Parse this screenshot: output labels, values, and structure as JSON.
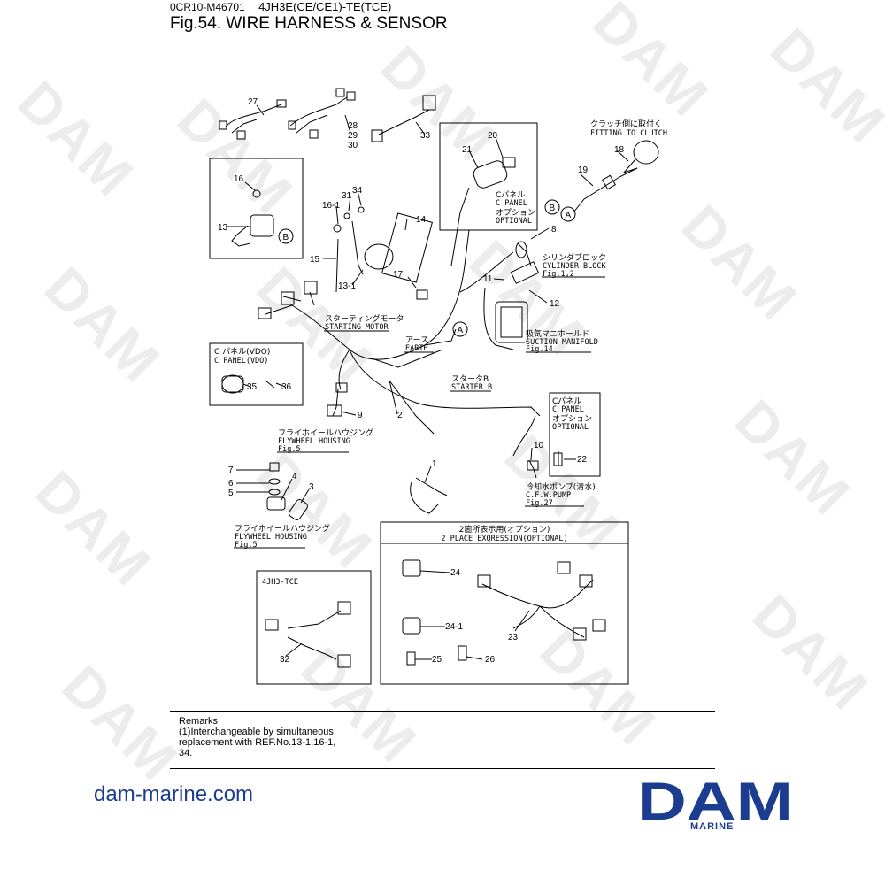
{
  "header": {
    "doc_code": "0CR10-M46701",
    "model": "4JH3E(CE/CE1)-TE(TCE)",
    "title": "Fig.54.  WIRE HARNESS & SENSOR"
  },
  "watermark": "DAM",
  "parts": {
    "p1": "1",
    "p2": "2",
    "p3": "3",
    "p4": "4",
    "p5": "5",
    "p6": "6",
    "p7": "7",
    "p8": "8",
    "p9": "9",
    "p10": "10",
    "p11": "11",
    "p12": "12",
    "p13": "13",
    "p13_1": "13-1",
    "p14": "14",
    "p15": "15",
    "p16": "16",
    "p16_1": "16-1",
    "p17": "17",
    "p18": "18",
    "p19": "19",
    "p20": "20",
    "p21": "21",
    "p22": "22",
    "p23": "23",
    "p24": "24",
    "p24_1": "24-1",
    "p25": "25",
    "p26": "26",
    "p27": "27",
    "p28": "28",
    "p29": "29",
    "p30": "30",
    "p31": "31",
    "p32": "32",
    "p33": "33",
    "p34": "34",
    "p35": "35",
    "p36": "36"
  },
  "markers": {
    "a": "A",
    "b": "B"
  },
  "labels": {
    "clutch_jp": "クラッチ側に取付く",
    "clutch_en": "FITTING TO CLUTCH",
    "cpanel_top_jp": "Cパネル",
    "cpanel_top_en": "C PANEL",
    "option_top_jp": "オプション",
    "option_top_en": "OPTIONAL",
    "cyl_jp": "シリンダブロック",
    "cyl_en": "CYLINDER BLOCK",
    "cyl_fig": "Fig.1,2",
    "starting_jp": "スターティングモータ",
    "starting_en": "STARTING MOTOR",
    "suction_jp": "吸気マニホールド",
    "suction_en": "SUCTION MANIFOLD",
    "suction_fig": "Fig.14",
    "earth_jp": "アース",
    "earth_en": "EARTH",
    "starterb_jp": "スタータB",
    "starterb_en": "STARTER B",
    "cpanel_vdo_jp": "C パネル(VDO)",
    "cpanel_vdo_en": "C PANEL(VDO)",
    "cpanel_r_jp": "Cパネル",
    "cpanel_r_en": "C PANEL",
    "option_r_jp": "オプション",
    "option_r_en": "OPTIONAL",
    "flywheel_jp": "フライホイールハウジング",
    "flywheel_en": "FLYWHEEL HOUSING",
    "flywheel_fig": "Fig.5",
    "cfw_jp": "冷却水ポンプ(清水)",
    "cfw_en": "C.F.W.PUMP",
    "cfw_fig": "Fig.27",
    "flywheel2_jp": "フライホイールハウジング",
    "flywheel2_en": "FLYWHEEL HOUSING",
    "flywheel2_fig": "Fig.5",
    "two_place_jp": "2箇所表示用(オプション)",
    "two_place_en": "2 PLACE EXQRESSION(OPTIONAL)",
    "tce_box": "4JH3-TCE"
  },
  "remarks": {
    "title": "Remarks",
    "line1": "(1)Interchangeable by simultaneous",
    "line2": "replacement with REF.No.13-1,16-1,",
    "line3": "34."
  },
  "footer": {
    "site": "dam-marine.com",
    "logo": "DAM",
    "logo_sub": "MARINE",
    "brand_color": "#1b3c8f"
  }
}
